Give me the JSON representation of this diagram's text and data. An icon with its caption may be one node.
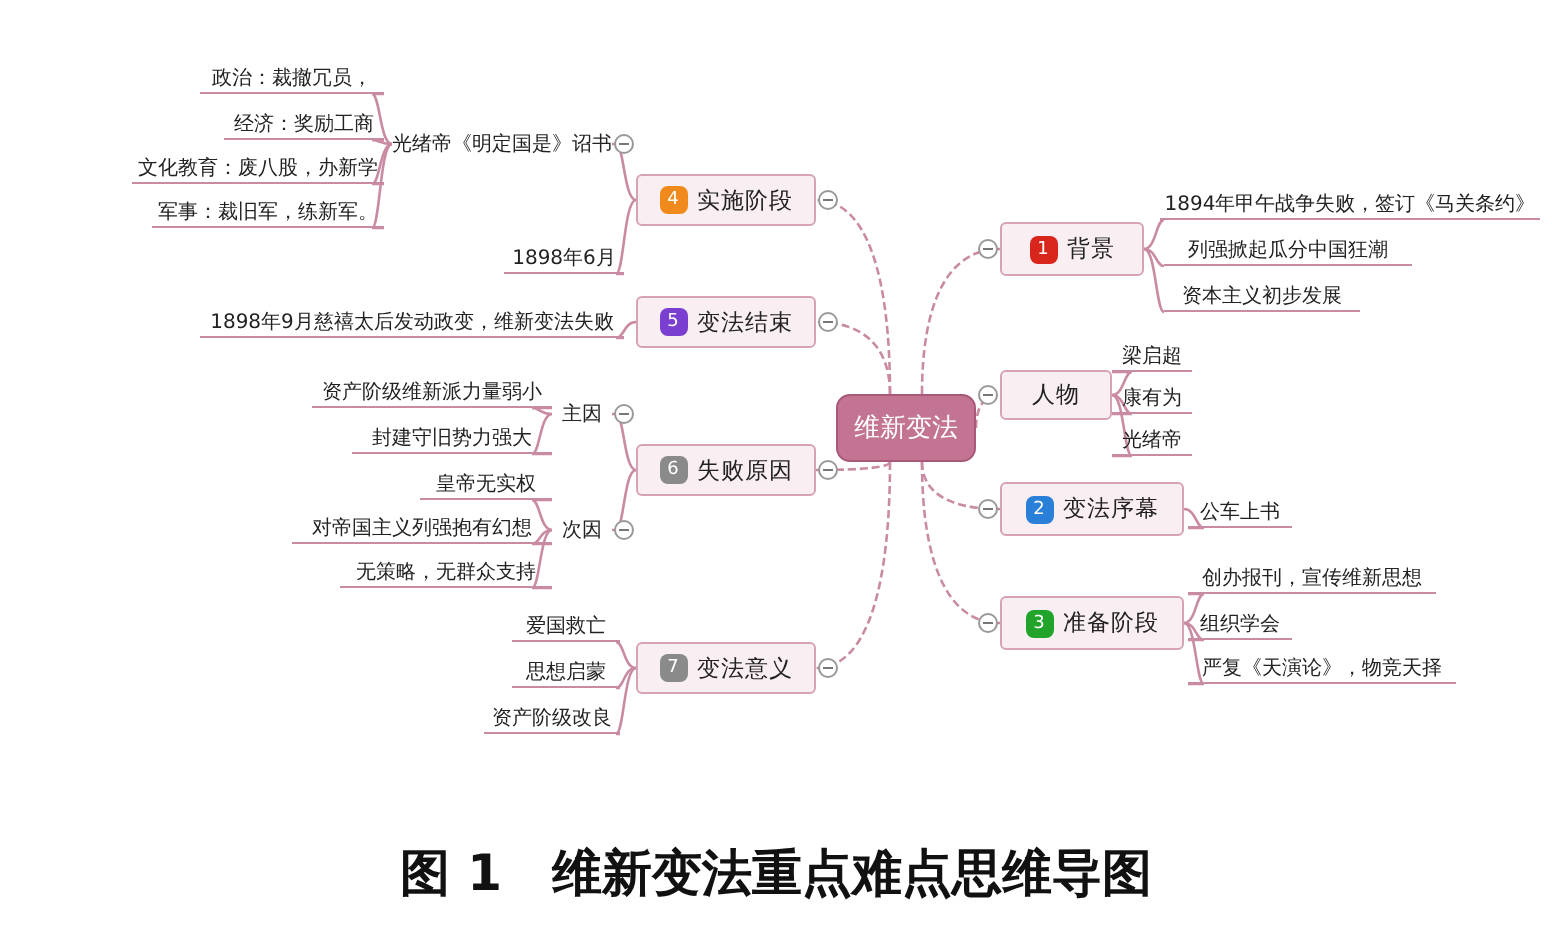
{
  "diagram": {
    "caption": "图 1　维新变法重点难点思维导图",
    "nodes": [
      {
        "text": [
          "维新变法"
        ]
      },
      {
        "text": [
          "4",
          "实施阶段"
        ]
      },
      {
        "text": [
          "光绪帝《明定国是》诏书"
        ]
      },
      {
        "text": [
          "政治：裁撤冗员，"
        ]
      },
      {
        "text": [
          "经济：奖励工商"
        ]
      },
      {
        "text": [
          "文化教育：废八股，办新学"
        ]
      },
      {
        "text": [
          "军事：裁旧军，练新军。"
        ]
      },
      {
        "text": [
          "1898年6月"
        ]
      },
      {
        "text": [
          "5",
          "变法结束"
        ]
      },
      {
        "text": [
          "1898年9月慈禧太后发动政变，维新变法失败"
        ]
      },
      {
        "text": [
          "6",
          "失败原因"
        ]
      },
      {
        "text": [
          "主因"
        ]
      },
      {
        "text": [
          "资产阶级维新派力量弱小"
        ]
      },
      {
        "text": [
          "封建守旧势力强大"
        ]
      },
      {
        "text": [
          "次因"
        ]
      },
      {
        "text": [
          "皇帝无实权"
        ]
      },
      {
        "text": [
          "对帝国主义列强抱有幻想"
        ]
      },
      {
        "text": [
          "无策略，无群众支持"
        ]
      },
      {
        "text": [
          "7",
          "变法意义"
        ]
      },
      {
        "text": [
          "爱国救亡"
        ]
      },
      {
        "text": [
          "思想启蒙"
        ]
      },
      {
        "text": [
          "资产阶级改良"
        ]
      },
      {
        "text": [
          "1",
          "背景"
        ]
      },
      {
        "text": [
          "1894年甲午战争失败，签订《马关条约》"
        ]
      },
      {
        "text": [
          "列强掀起瓜分中国狂潮"
        ]
      },
      {
        "text": [
          "资本主义初步发展"
        ]
      },
      {
        "text": [
          "人物"
        ]
      },
      {
        "text": [
          "梁启超"
        ]
      },
      {
        "text": [
          "康有为"
        ]
      },
      {
        "text": [
          "光绪帝"
        ]
      },
      {
        "text": [
          "2",
          "变法序幕"
        ]
      },
      {
        "text": [
          "公车上书"
        ]
      },
      {
        "text": [
          "3",
          "准备阶段"
        ]
      },
      {
        "text": [
          "创办报刊，宣传维新思想"
        ]
      },
      {
        "text": [
          "组织学会"
        ]
      },
      {
        "text": [
          "严复《天演论》，物竞天择"
        ]
      }
    ],
    "edges": [
      {
        "from": 0,
        "to": 1,
        "arrow": "none",
        "style": "dashed"
      },
      {
        "from": 0,
        "to": 8,
        "arrow": "none",
        "style": "dashed"
      },
      {
        "from": 0,
        "to": 10,
        "arrow": "none",
        "style": "dashed"
      },
      {
        "from": 0,
        "to": 18,
        "arrow": "none",
        "style": "dashed"
      },
      {
        "from": 0,
        "to": 22,
        "arrow": "none",
        "style": "dashed"
      },
      {
        "from": 0,
        "to": 26,
        "arrow": "none",
        "style": "dashed"
      },
      {
        "from": 0,
        "to": 30,
        "arrow": "none",
        "style": "dashed"
      },
      {
        "from": 0,
        "to": 32,
        "arrow": "none",
        "style": "dashed"
      },
      {
        "from": 1,
        "to": 2,
        "arrow": "none"
      },
      {
        "from": 1,
        "to": 7,
        "arrow": "none"
      },
      {
        "from": 2,
        "to": 3,
        "arrow": "none"
      },
      {
        "from": 2,
        "to": 4,
        "arrow": "none"
      },
      {
        "from": 2,
        "to": 5,
        "arrow": "none"
      },
      {
        "from": 2,
        "to": 6,
        "arrow": "none"
      },
      {
        "from": 8,
        "to": 9,
        "arrow": "none"
      },
      {
        "from": 10,
        "to": 11,
        "arrow": "none"
      },
      {
        "from": 10,
        "to": 14,
        "arrow": "none"
      },
      {
        "from": 11,
        "to": 12,
        "arrow": "none"
      },
      {
        "from": 11,
        "to": 13,
        "arrow": "none"
      },
      {
        "from": 14,
        "to": 15,
        "arrow": "none"
      },
      {
        "from": 14,
        "to": 16,
        "arrow": "none"
      },
      {
        "from": 14,
        "to": 17,
        "arrow": "none"
      },
      {
        "from": 18,
        "to": 19,
        "arrow": "none"
      },
      {
        "from": 18,
        "to": 20,
        "arrow": "none"
      },
      {
        "from": 18,
        "to": 21,
        "arrow": "none"
      },
      {
        "from": 22,
        "to": 23,
        "arrow": "none"
      },
      {
        "from": 22,
        "to": 24,
        "arrow": "none"
      },
      {
        "from": 22,
        "to": 25,
        "arrow": "none"
      },
      {
        "from": 26,
        "to": 27,
        "arrow": "none"
      },
      {
        "from": 26,
        "to": 28,
        "arrow": "none"
      },
      {
        "from": 26,
        "to": 29,
        "arrow": "none"
      },
      {
        "from": 30,
        "to": 31,
        "arrow": "none"
      },
      {
        "from": 32,
        "to": 33,
        "arrow": "none"
      },
      {
        "from": 32,
        "to": 34,
        "arrow": "none"
      },
      {
        "from": 32,
        "to": 35,
        "arrow": "none"
      }
    ]
  }
}
